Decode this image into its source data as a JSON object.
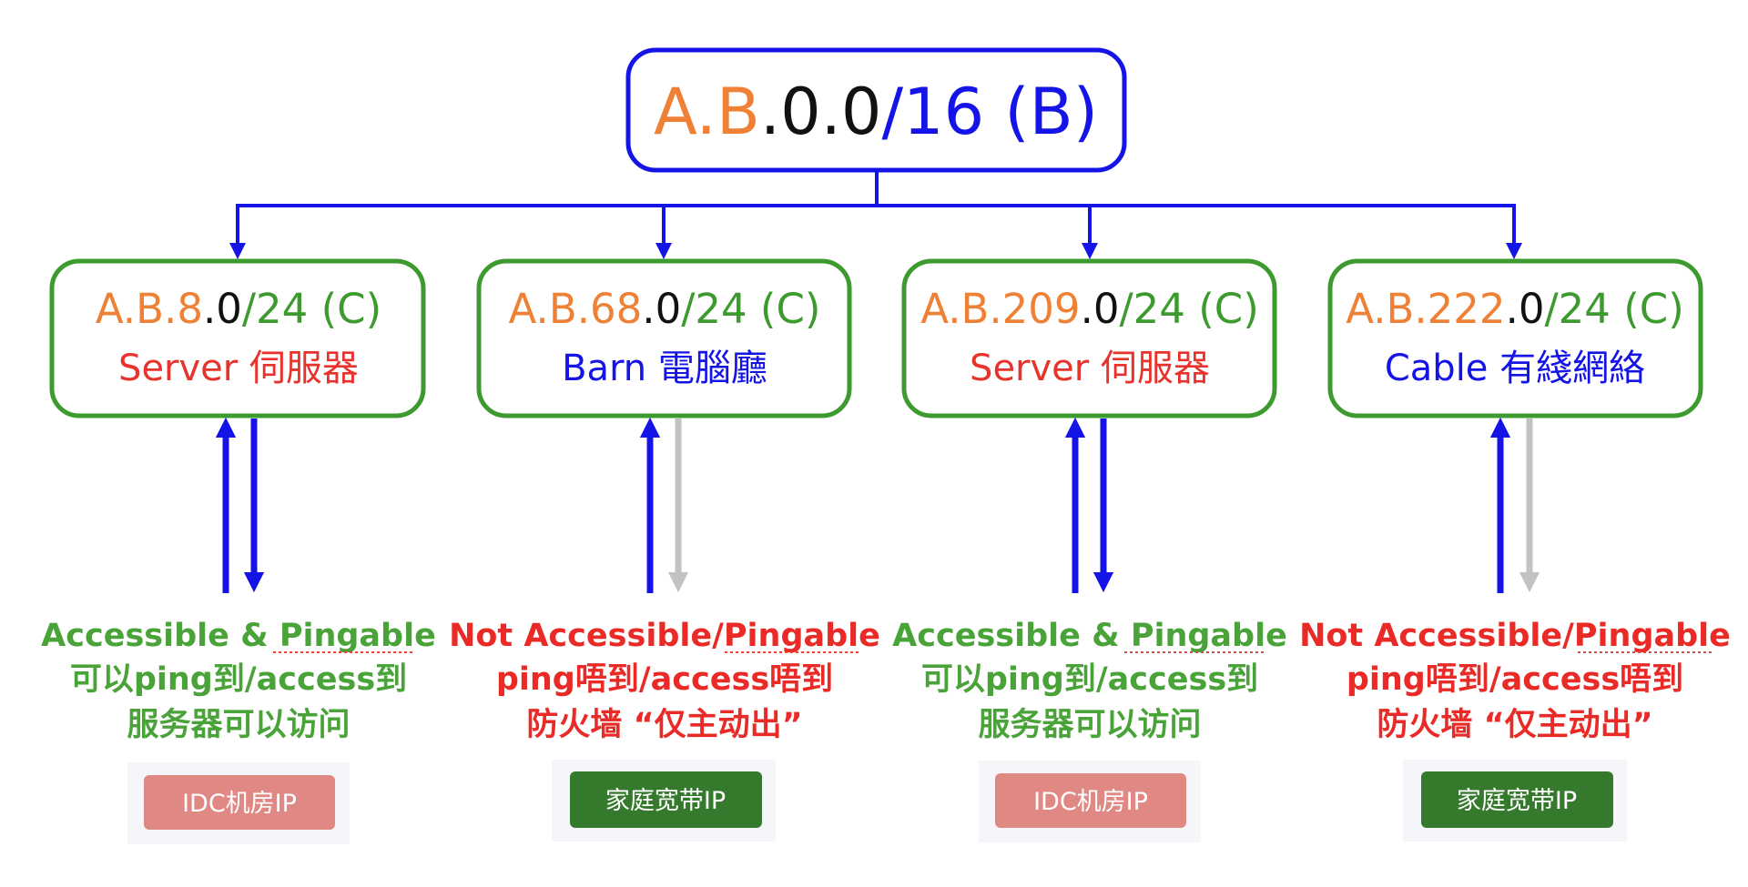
{
  "colors": {
    "orange": "#ee8135",
    "black": "#111111",
    "blue": "#1414e6",
    "green": "#3d9a2e",
    "red": "#e8322c",
    "status_green": "#4aa338",
    "status_red": "#ea2a26",
    "gray_arrow": "#c2c2c2",
    "tag_pink": "#e08884",
    "tag_darkgreen": "#357a2c",
    "tag_bg": "#f4f6f9"
  },
  "root": {
    "prefix": "A.B",
    "host": ".0.0",
    "mask": "/16 (B)"
  },
  "subnets": [
    {
      "prefix": "A.B.8",
      "host": ".0",
      "mask": "/24 (C)",
      "type": "Server 伺服器",
      "type_color": "red",
      "status_line1_a": "Accessible & ",
      "status_line1_b": "Pingable",
      "status_line2": "可以ping到/access到",
      "status_line3": "服务器可以访问",
      "status_color": "status_green",
      "tag": "IDC机房IP",
      "tag_color": "tag_pink",
      "return_arrow": "blue"
    },
    {
      "prefix": "A.B.68",
      "host": ".0",
      "mask": "/24 (C)",
      "type": "Barn 電腦廳",
      "type_color": "blue",
      "status_line1_a": "Not Accessible/",
      "status_line1_b": "Pingable",
      "status_line2": "ping唔到/access唔到",
      "status_line3": "防火墙 “仅主动出”",
      "status_color": "status_red",
      "tag": "家庭宽带IP",
      "tag_color": "tag_darkgreen",
      "return_arrow": "gray"
    },
    {
      "prefix": "A.B.209",
      "host": ".0",
      "mask": "/24 (C)",
      "type": "Server 伺服器",
      "type_color": "red",
      "status_line1_a": "Accessible & ",
      "status_line1_b": "Pingable",
      "status_line2": "可以ping到/access到",
      "status_line3": "服务器可以访问",
      "status_color": "status_green",
      "tag": "IDC机房IP",
      "tag_color": "tag_pink",
      "return_arrow": "blue"
    },
    {
      "prefix": "A.B.222",
      "host": ".0",
      "mask": "/24 (C)",
      "type": "Cable 有綫網絡",
      "type_color": "blue",
      "status_line1_a": "Not Accessible/",
      "status_line1_b": "Pingable",
      "status_line2": "ping唔到/access唔到",
      "status_line3": "防火墙 “仅主动出”",
      "status_color": "status_red",
      "tag": "家庭宽带IP",
      "tag_color": "tag_darkgreen",
      "return_arrow": "gray"
    }
  ]
}
